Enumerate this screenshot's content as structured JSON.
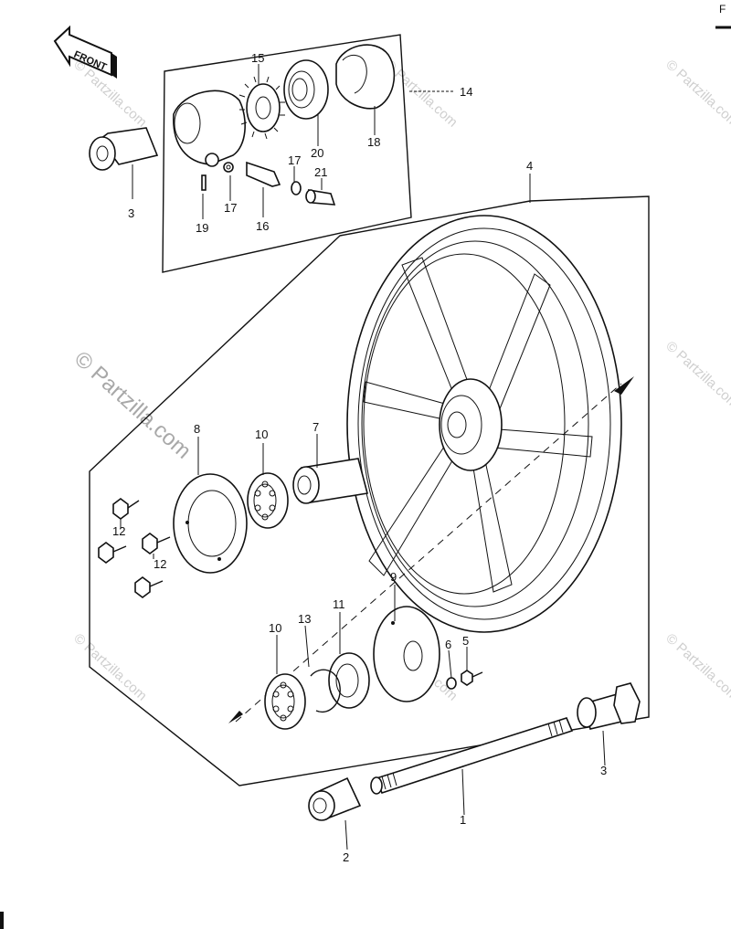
{
  "corner_mark": "F",
  "front_arrow": {
    "text": "FRONT"
  },
  "watermarks": {
    "big": "© Partzilla.com",
    "small": "© Partzilla.com"
  },
  "callouts": {
    "p1": "1",
    "p2": "2",
    "p3a": "3",
    "p3b": "3",
    "p4": "4",
    "p5": "5",
    "p6": "6",
    "p7": "7",
    "p8": "8",
    "p9": "9",
    "p10a": "10",
    "p10b": "10",
    "p11": "11",
    "p12a": "12",
    "p12b": "12",
    "p13": "13",
    "p14": "14",
    "p15": "15",
    "p16": "16",
    "p17a": "17",
    "p17b": "17",
    "p18": "18",
    "p19": "19",
    "p20": "20",
    "p21": "21"
  }
}
